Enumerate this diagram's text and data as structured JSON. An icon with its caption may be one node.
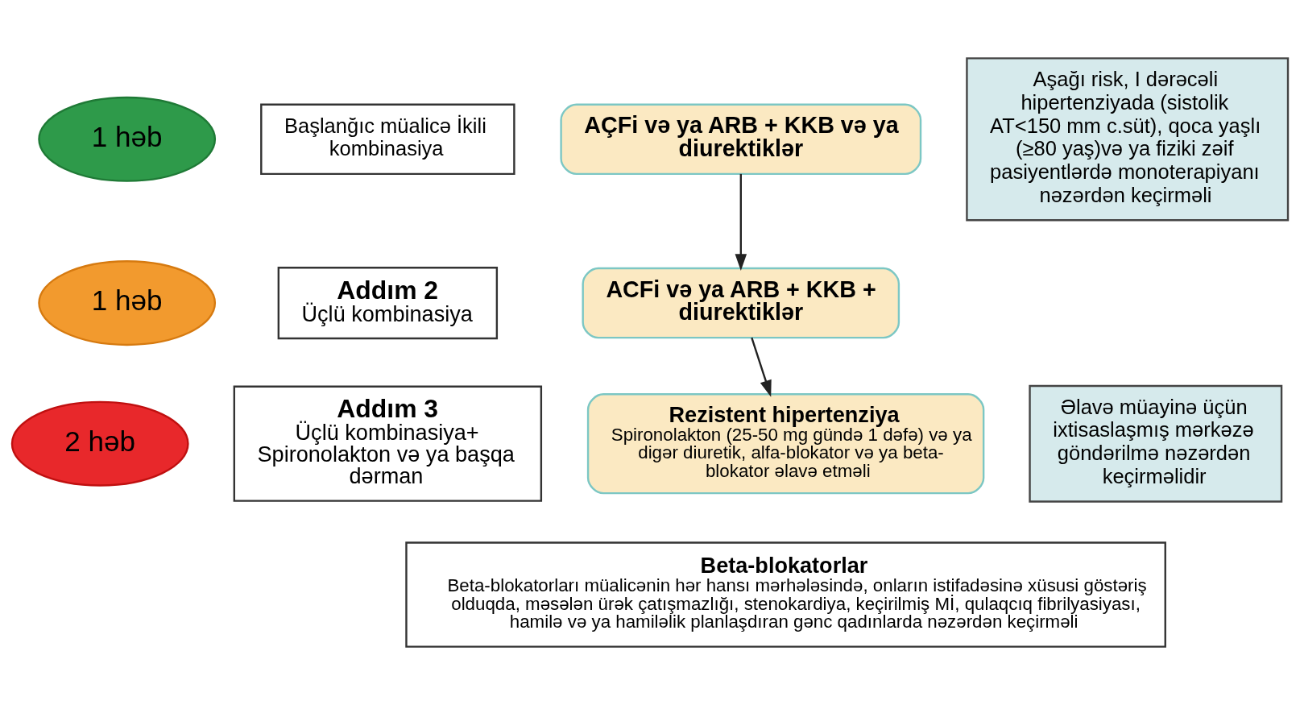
{
  "diagram": {
    "nodes": [
      {
        "text": [
          "1 həb"
        ]
      },
      {
        "text": [
          "Başlanğıc müalicə İkili kombinasiya"
        ]
      },
      {
        "text": [
          "AÇFi və ya ARB + KKB və ya diurektiklər"
        ]
      },
      {
        "text": [
          "Aşağı risk, I dərəcəli hipertenziyada (sistolik AT<150 mm c.süt), qoca yaşlı (≥80 yaş)və ya fiziki zəif pasiyentlərdə monoterapiyanı nəzərdən keçirməli"
        ]
      },
      {
        "text": [
          "1 həb"
        ]
      },
      {
        "text": [
          "Addım 2",
          "Üçlü kombinasiya"
        ]
      },
      {
        "text": [
          "ACFi və ya ARB + KKB + diurektiklər"
        ]
      },
      {
        "text": [
          "2 həb"
        ]
      },
      {
        "text": [
          "Addım 3",
          "Üçlü kombinasiya+ Spironolakton və ya başqa dərman"
        ]
      },
      {
        "text": [
          "Rezistent hipertenziya",
          "Spironolakton (25-50 mg gündə 1 dəfə) və ya digər diuretik, alfa-blokator və ya beta-blokator əlavə etməli"
        ]
      },
      {
        "text": [
          "Əlavə müayinə üçün ixtisaslaşmış mərkəzə göndərilmə nəzərdən keçirməlidir"
        ]
      },
      {
        "text": [
          "Beta-blokatorlar",
          "Beta-blokatorları müalicənin hər hansı mərhələsində, onların istifadəsinə xüsusi göstəriş olduqda, məsələn ürək çatışmazlığı, stenokardiya, keçirilmiş Mİ, qulaqcıq fibrilyasiyası, hamilə və ya hamiləlik planlaşdıran gənc qadınlarda nəzərdən keçirməli"
        ]
      }
    ],
    "edges": [
      {
        "from": 2,
        "to": 6,
        "arrow": "to"
      },
      {
        "from": 6,
        "to": 9,
        "arrow": "to"
      }
    ]
  }
}
